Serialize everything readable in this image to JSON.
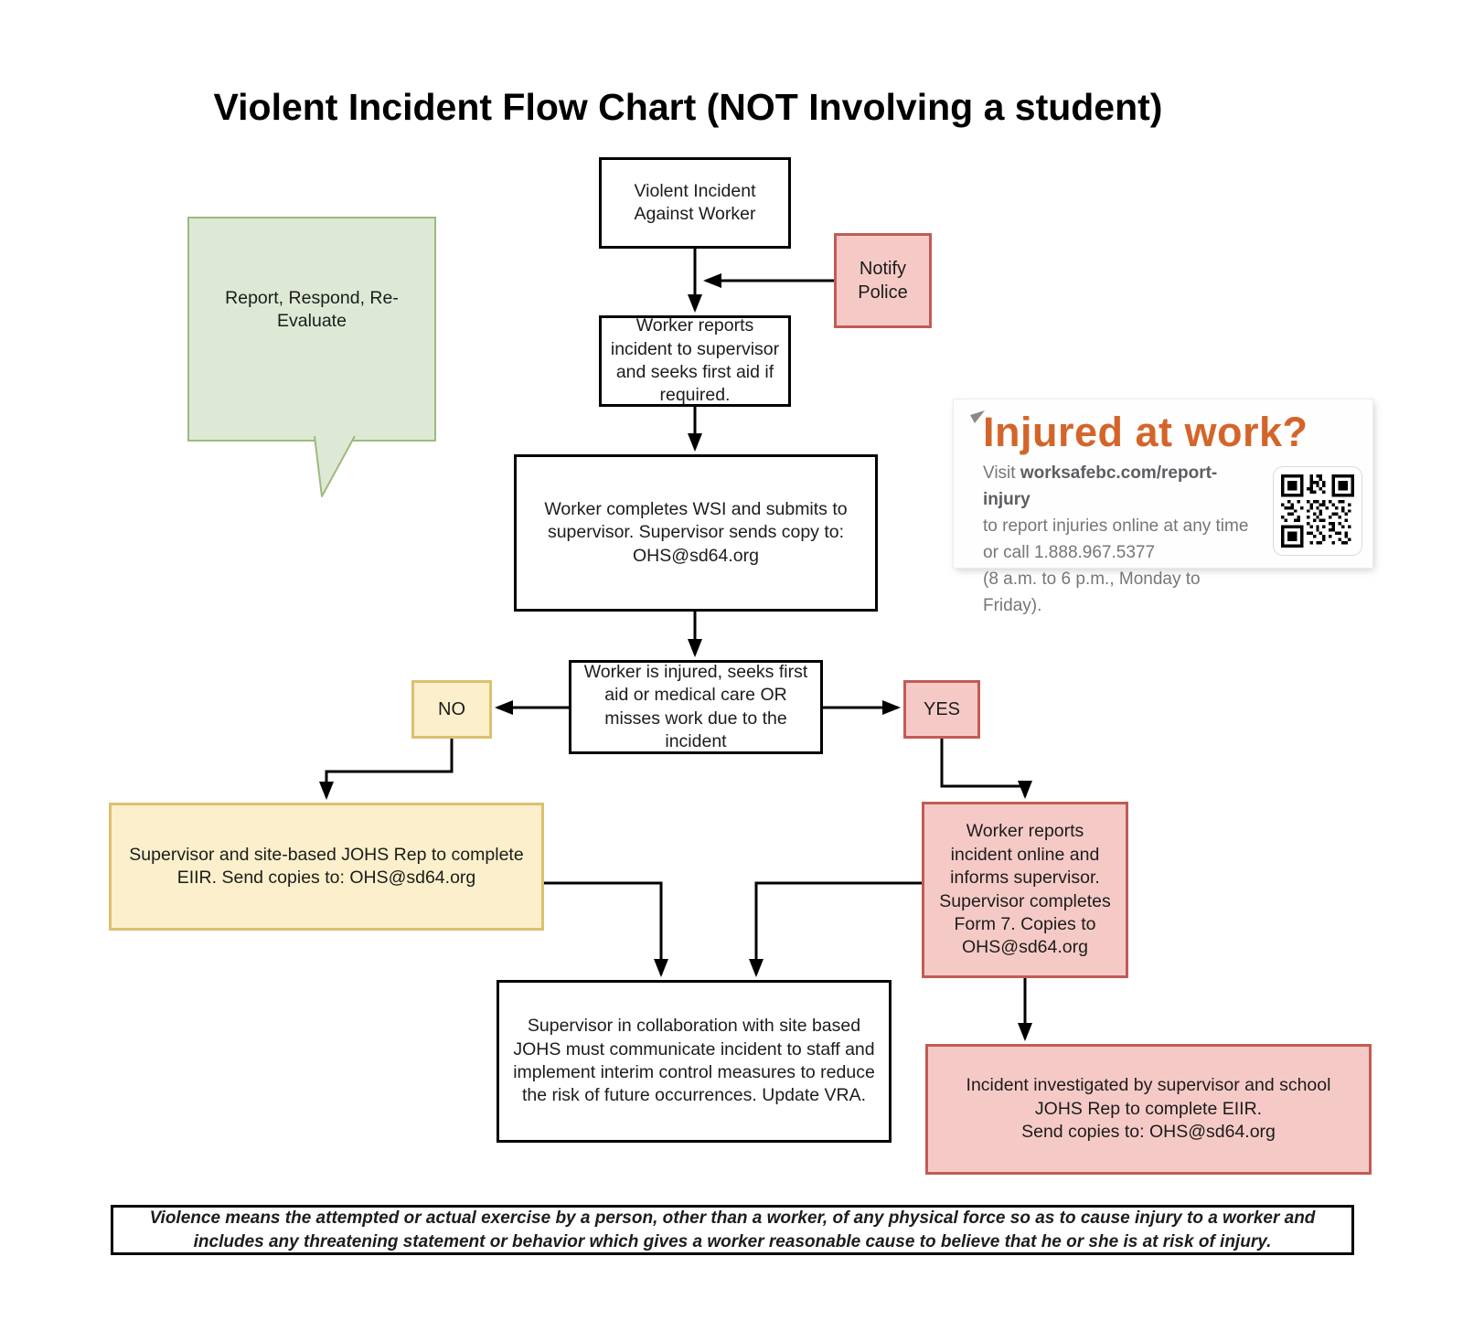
{
  "title": "Violent Incident Flow Chart (NOT Involving a student)",
  "colors": {
    "pink_fill": "#F5CAC6",
    "pink_border": "#C25B56",
    "yellow_fill": "#FBF0CB",
    "yellow_border": "#DCC06F",
    "green_fill": "#DDE9D5",
    "green_border": "#9DBA7D",
    "banner_orange": "#D4652A",
    "banner_gray_text": "#75767A",
    "line_black": "#000000"
  },
  "nodes": {
    "start": {
      "text": "Violent Incident\nAgainst Worker"
    },
    "notify_police": {
      "text": "Notify\nPolice"
    },
    "callout": {
      "text": "Report, Respond, Re-\nEvaluate"
    },
    "worker_reports": {
      "text": "Worker reports\nincident to supervisor\nand seeks first aid if\nrequired."
    },
    "wsi": {
      "text": "Worker completes WSI and submits to\nsupervisor.  Supervisor sends copy to:\nOHS@sd64.org"
    },
    "decision": {
      "text": "Worker is injured, seeks first\naid or medical care OR\nmisses work due to the\nincident"
    },
    "no": {
      "text": "NO"
    },
    "yes": {
      "text": "YES"
    },
    "eiir": {
      "text": "Supervisor and site-based JOHS Rep to complete\nEIIR.  Send copies to: OHS@sd64.org"
    },
    "online_report": {
      "text": "Worker reports\nincident online and\ninforms supervisor.\nSupervisor completes\nForm 7. Copies to\nOHS@sd64.org"
    },
    "communicate": {
      "text": "Supervisor in collaboration with site based\nJOHS must communicate incident to staff and\nimplement interim control measures to reduce\nthe risk of future occurrences.  Update VRA."
    },
    "investigate": {
      "text": "Incident investigated by supervisor and school\nJOHS Rep to complete EIIR.\nSend copies to: OHS@sd64.org"
    }
  },
  "banner": {
    "heading": "Injured at work?",
    "visit_prefix": "Visit ",
    "visit_link": "worksafebc.com/report-injury",
    "line2": "to report injuries online at any time",
    "line3": "or call 1.888.967.5377",
    "line4": "(8 a.m. to 6 p.m., Monday to Friday)."
  },
  "definition": "Violence means the attempted or actual exercise by a person, other than a worker, of any physical force so as to cause injury to a worker and\nincludes any threatening statement or behavior which gives a worker reasonable cause to believe that he or she is at risk of injury."
}
